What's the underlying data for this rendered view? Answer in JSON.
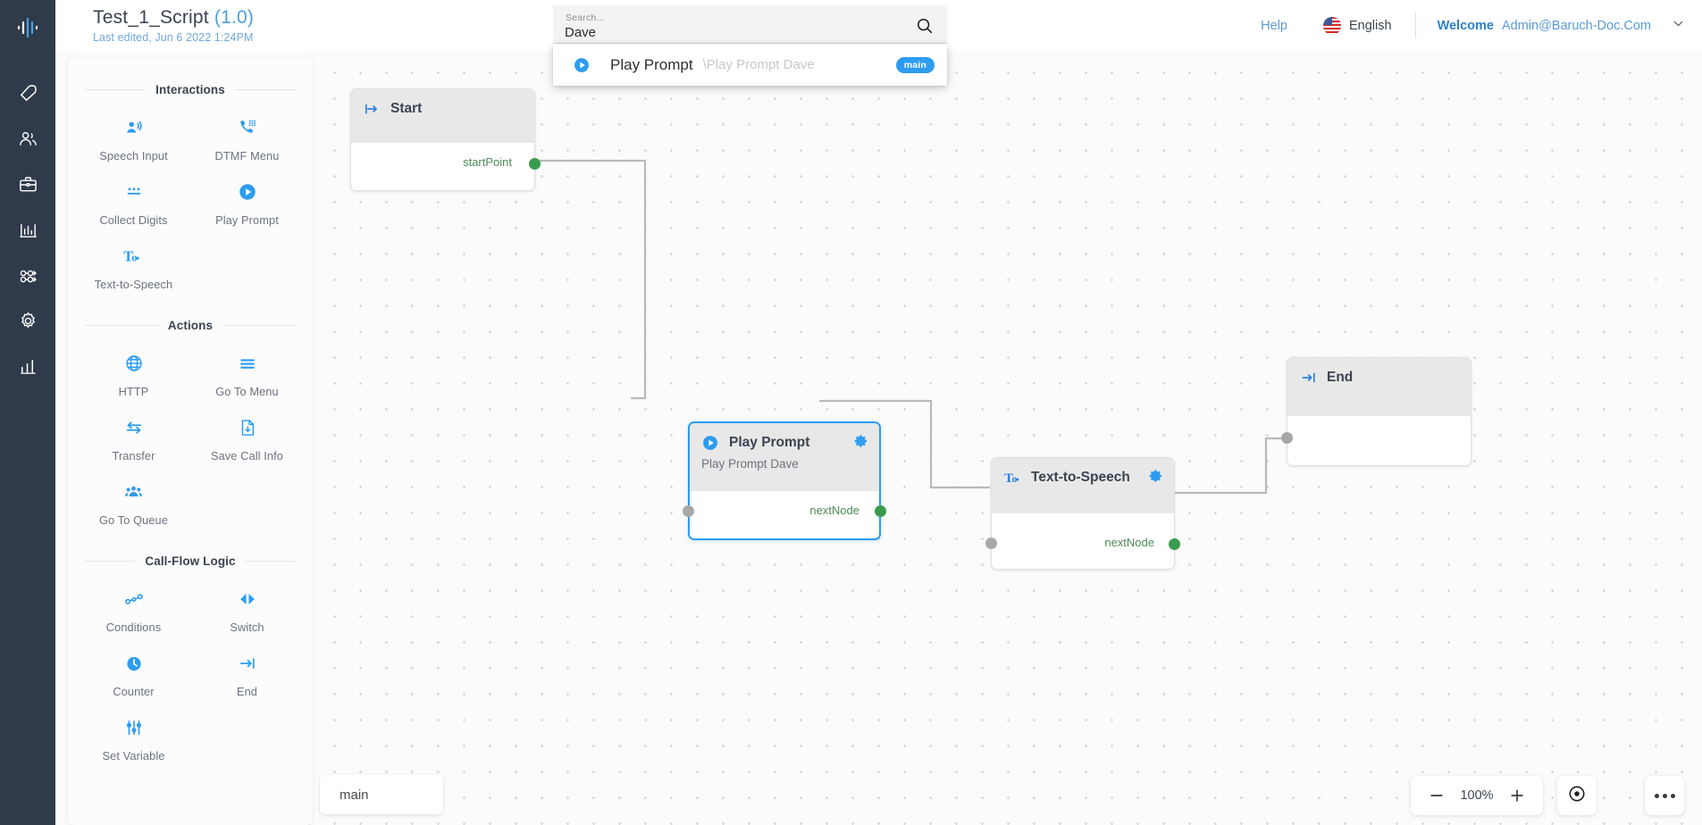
{
  "rail": {
    "logo_icon": "waveform-logo-icon",
    "items": [
      {
        "icon": "rocket-icon",
        "name": "rocket"
      },
      {
        "icon": "users-icon",
        "name": "users"
      },
      {
        "icon": "briefcase-icon",
        "name": "briefcase"
      },
      {
        "icon": "analytics-building-icon",
        "name": "analytics"
      },
      {
        "icon": "flow-nodes-icon",
        "name": "flows"
      },
      {
        "icon": "gear-icon",
        "name": "settings"
      },
      {
        "icon": "bar-chart-icon",
        "name": "reports"
      }
    ]
  },
  "header": {
    "title": "Test_1_Script",
    "version": "(1.0)",
    "last_edited": "Last edited, Jun 6 2022 1:24PM",
    "help_label": "Help",
    "language": "English",
    "flag_icon": "us-flag-icon",
    "welcome_label": "Welcome",
    "user_email": "Admin@Baruch-Doc.Com",
    "caret_icon": "chevron-down-icon"
  },
  "search": {
    "label": "Search...",
    "value": "Dave",
    "placeholder": "Search...",
    "icon": "search-icon",
    "results": [
      {
        "icon": "play-prompt-icon",
        "name": "Play Prompt",
        "path": "\\Play Prompt Dave",
        "badge": "main"
      }
    ]
  },
  "palette": {
    "sections": [
      {
        "title": "Interactions",
        "items": [
          {
            "label": "Speech Input",
            "icon": "speech-input-icon"
          },
          {
            "label": "DTMF Menu",
            "icon": "dtmf-menu-icon"
          },
          {
            "label": "Collect Digits",
            "icon": "collect-digits-icon"
          },
          {
            "label": "Play Prompt",
            "icon": "play-prompt-icon"
          },
          {
            "label": "Text-to-Speech",
            "icon": "text-to-speech-icon"
          }
        ]
      },
      {
        "title": "Actions",
        "items": [
          {
            "label": "HTTP",
            "icon": "globe-icon"
          },
          {
            "label": "Go To Menu",
            "icon": "menu-lines-icon"
          },
          {
            "label": "Transfer",
            "icon": "transfer-arrows-icon"
          },
          {
            "label": "Save Call Info",
            "icon": "save-file-icon"
          },
          {
            "label": "Go To Queue",
            "icon": "queue-people-icon"
          }
        ]
      },
      {
        "title": "Call-Flow Logic",
        "items": [
          {
            "label": "Conditions",
            "icon": "conditions-icon"
          },
          {
            "label": "Switch",
            "icon": "switch-icon"
          },
          {
            "label": "Counter",
            "icon": "counter-icon"
          },
          {
            "label": "End",
            "icon": "end-arrow-icon"
          },
          {
            "label": "Set Variable",
            "icon": "set-variable-icon"
          }
        ]
      }
    ]
  },
  "canvas": {
    "nodes": [
      {
        "id": "start",
        "title": "Start",
        "subtitle": "",
        "icon": "start-arrow-icon",
        "out_port_label": "startPoint",
        "selected": false,
        "has_gear": false
      },
      {
        "id": "play-prompt",
        "title": "Play Prompt",
        "subtitle": "Play Prompt Dave",
        "icon": "play-prompt-icon",
        "out_port_label": "nextNode",
        "selected": true,
        "has_gear": true
      },
      {
        "id": "text-to-speech",
        "title": "Text-to-Speech",
        "subtitle": "",
        "icon": "text-to-speech-icon",
        "out_port_label": "nextNode",
        "selected": false,
        "has_gear": true
      },
      {
        "id": "end",
        "title": "End",
        "subtitle": "",
        "icon": "end-arrow-icon",
        "out_port_label": "",
        "selected": false,
        "has_gear": false
      }
    ],
    "flow_tab": "main"
  },
  "footer": {
    "zoom_out_icon": "minus-icon",
    "zoom_level": "100%",
    "zoom_in_icon": "plus-icon",
    "recenter_icon": "target-icon",
    "more_icon": "more-dots-icon"
  },
  "colors": {
    "accent": "#2d9cf0",
    "rail_bg": "#2f3a4a",
    "port_green": "#3a9b4e",
    "port_grey": "#a8a8a8",
    "node_head": "#e8e8e8"
  }
}
